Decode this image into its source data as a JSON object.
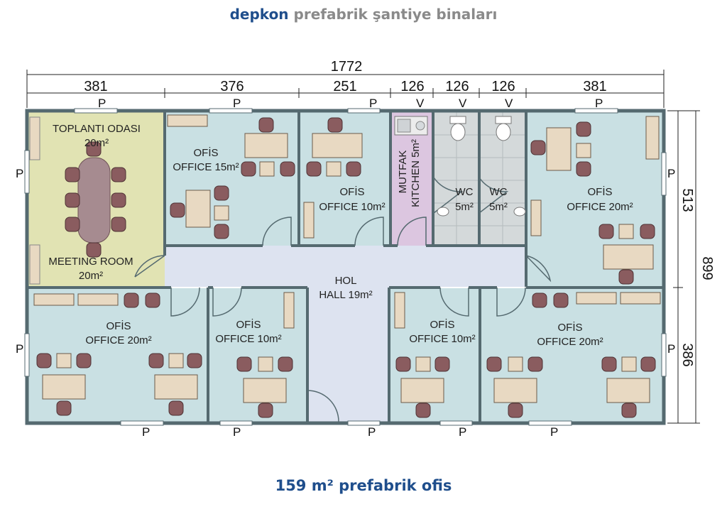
{
  "header": {
    "brand": "depkon",
    "subtitle": "prefabrik şantiye binaları"
  },
  "footer": {
    "caption": "159 m² prefabrik ofis"
  },
  "dimensions": {
    "total": "1772",
    "top": [
      "381",
      "376",
      "251",
      "126",
      "126",
      "126",
      "381"
    ],
    "right_total": "899",
    "right_top": "513",
    "right_bottom": "386"
  },
  "rooms": {
    "meeting": {
      "tr": "TOPLANTI ODASI",
      "tr_area": "20m²",
      "en": "MEETING ROOM",
      "en_area": "20m²"
    },
    "office_15": {
      "tr": "OFİS",
      "en": "OFFICE 15m²"
    },
    "office_10_top": {
      "tr": "OFİS",
      "en": "OFFICE 10m²"
    },
    "kitchen": {
      "tr": "MUTFAK",
      "en": "KITCHEN 5m²"
    },
    "wc1": {
      "tr": "WC",
      "en": "5m²"
    },
    "wc2": {
      "tr": "WC",
      "en": "5m²"
    },
    "office_20_top_right": {
      "tr": "OFİS",
      "en": "OFFICE 20m²"
    },
    "hall": {
      "tr": "HOL",
      "en": "HALL 19m²"
    },
    "office_20_bottom_left": {
      "tr": "OFİS",
      "en": "OFFICE 20m²"
    },
    "office_10_bottom_left": {
      "tr": "OFİS",
      "en": "OFFICE 10m²"
    },
    "office_10_bottom_right": {
      "tr": "OFİS",
      "en": "OFFICE 10m²"
    },
    "office_20_bottom_right": {
      "tr": "OFİS",
      "en": "OFFICE 20m²"
    }
  },
  "markers": {
    "window": "P",
    "vent": "V"
  },
  "colors": {
    "meeting": "#e1e3b3",
    "office": "#c9e0e3",
    "hall": "#dde3f0",
    "kitchen": "#dcc6e0",
    "wc": "#d4d9da",
    "wall": "#556a70",
    "desk": "#e8d9c2",
    "chair": "#8a5c5f"
  }
}
